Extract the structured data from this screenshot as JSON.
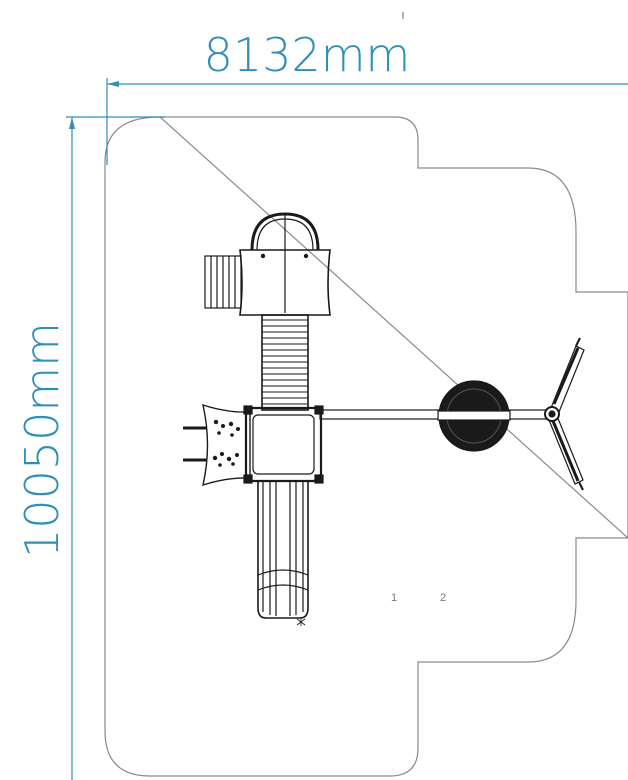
{
  "dimensions": {
    "width_label": "8132mm",
    "height_label": "10050mm",
    "color": "#2f8fb8"
  },
  "zone_labels": [
    "1",
    "2"
  ],
  "colors": {
    "outline": "#8a8a8a",
    "equipment": "#1a1a1a",
    "background": "#ffffff"
  },
  "equipment_icons": [
    "safety-zone-outline",
    "roof-dome-icon",
    "stair-ladder-icon",
    "deck-platform-icon",
    "climbing-ramp-icon",
    "play-panel-icon",
    "slide-icon",
    "connecting-beam-icon",
    "spinner-disc-icon",
    "triple-arm-spinner-icon"
  ]
}
